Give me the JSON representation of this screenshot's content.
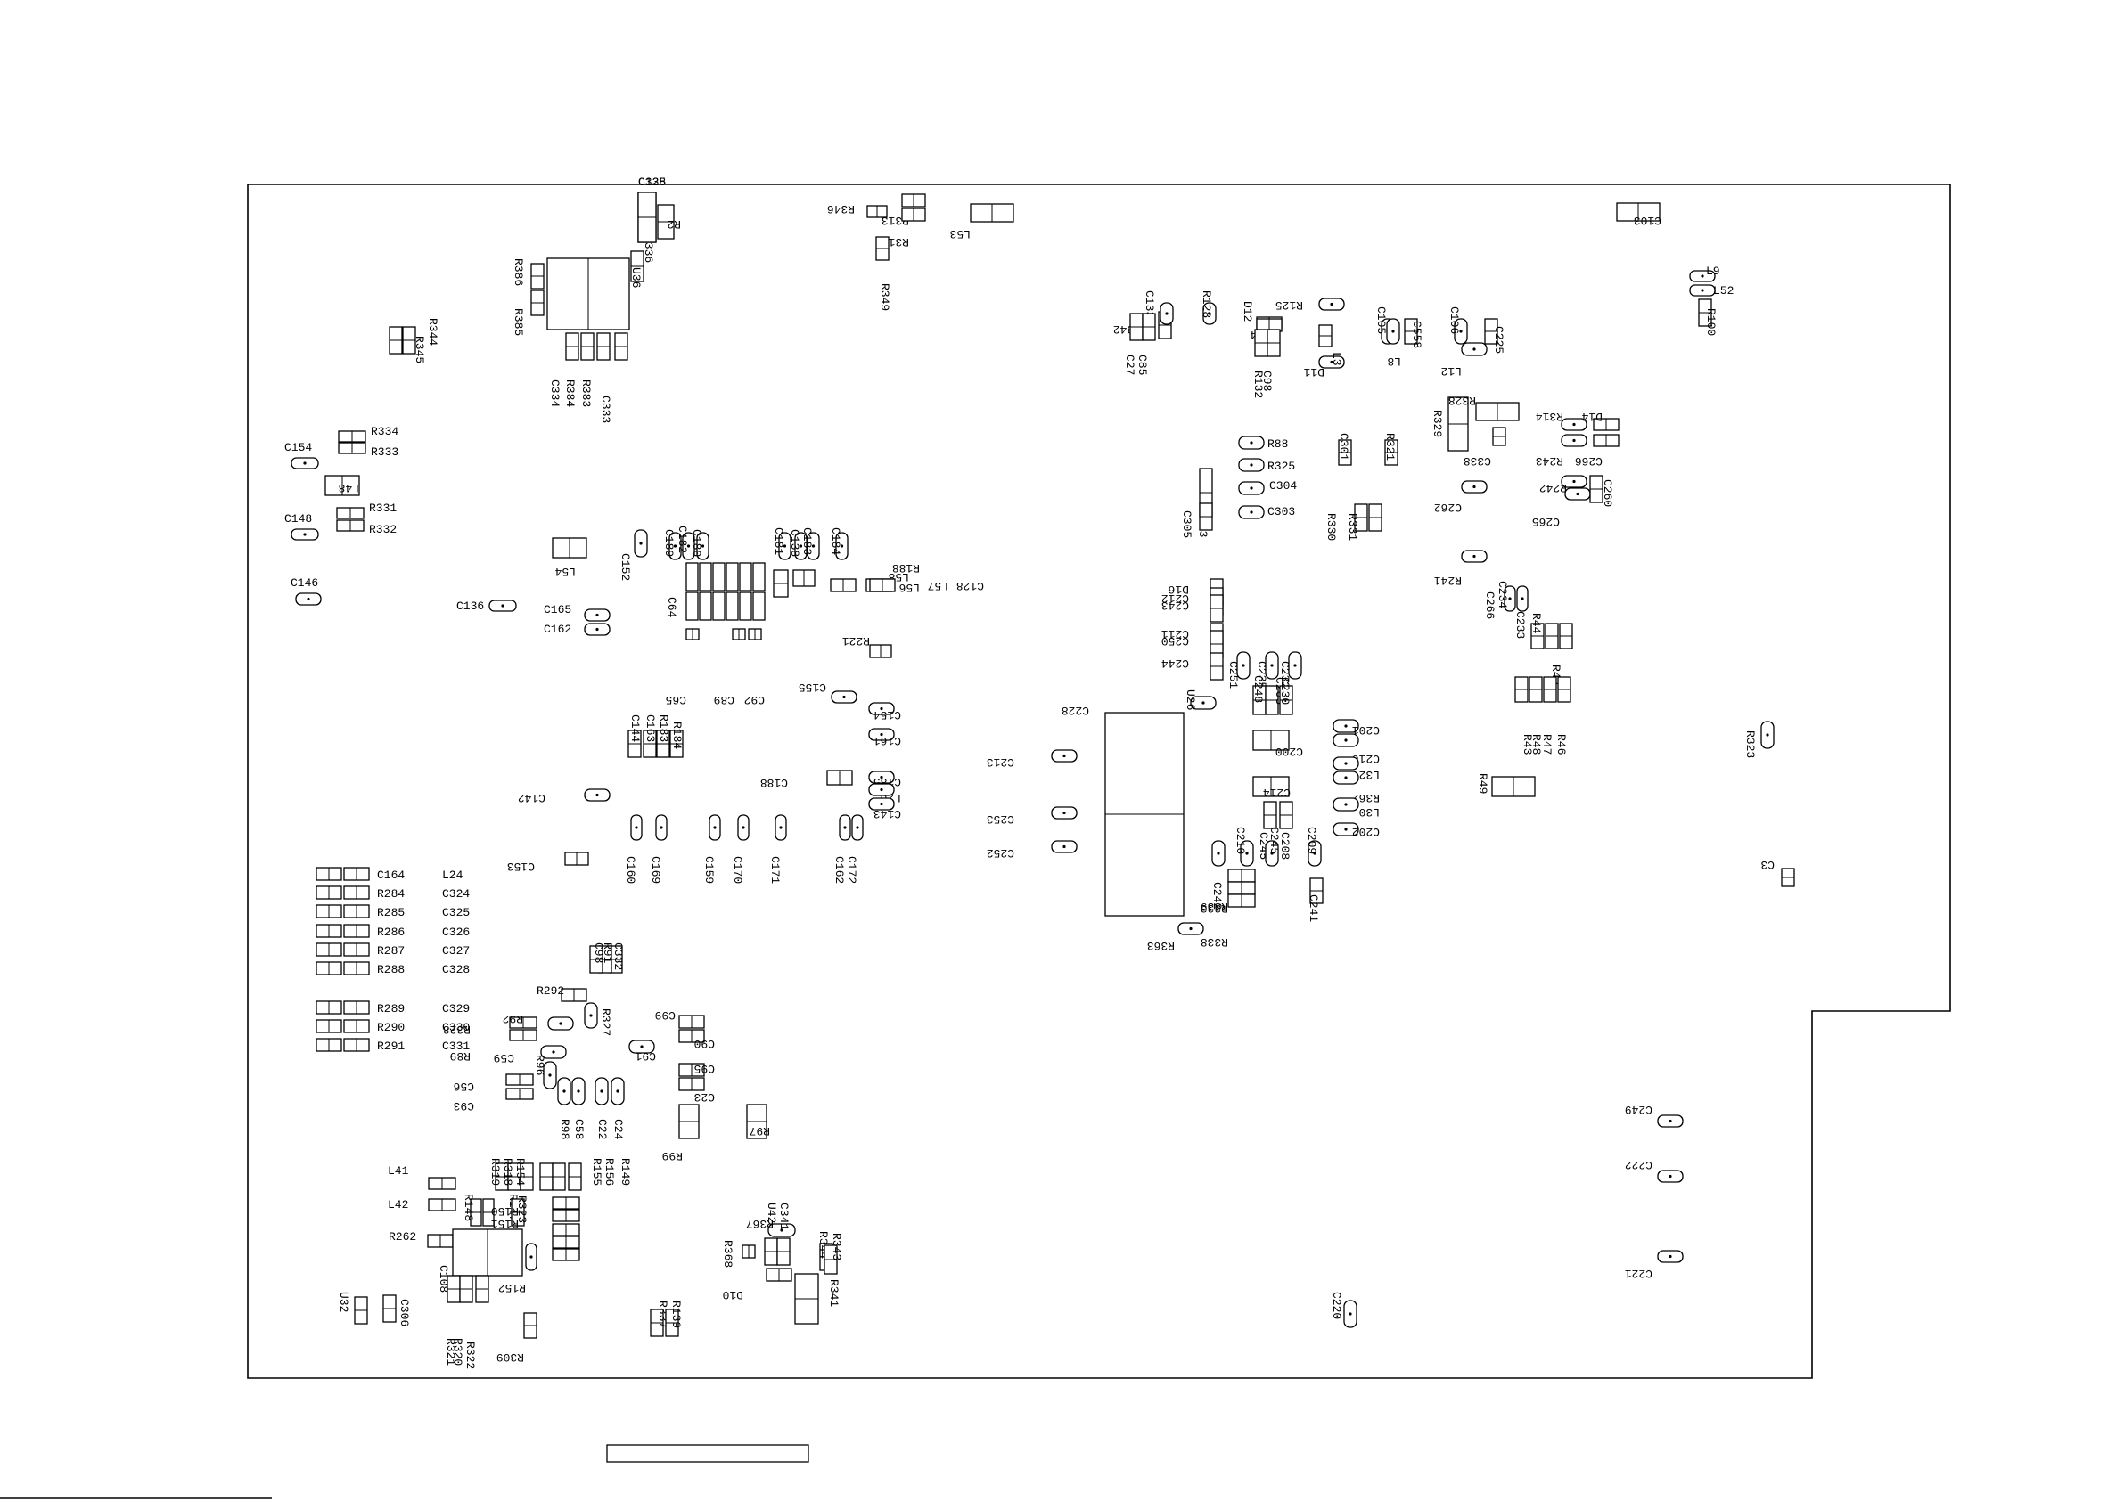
{
  "components": [
    {
      "ref": "C335"
    },
    {
      "ref": "R2"
    },
    {
      "ref": "R346"
    },
    {
      "ref": "R313"
    },
    {
      "ref": "R312"
    },
    {
      "ref": "L53"
    },
    {
      "ref": "R349"
    },
    {
      "ref": "R386"
    },
    {
      "ref": "R385"
    },
    {
      "ref": "C336"
    },
    {
      "ref": "U36"
    },
    {
      "ref": "C334"
    },
    {
      "ref": "R384"
    },
    {
      "ref": "R383"
    },
    {
      "ref": "C333"
    },
    {
      "ref": "R345"
    },
    {
      "ref": "R344"
    },
    {
      "ref": "R334"
    },
    {
      "ref": "R333"
    },
    {
      "ref": "C154"
    },
    {
      "ref": "L48"
    },
    {
      "ref": "R331"
    },
    {
      "ref": "R332"
    },
    {
      "ref": "C148"
    },
    {
      "ref": "C146"
    },
    {
      "ref": "L54"
    },
    {
      "ref": "C152"
    },
    {
      "ref": "C136"
    },
    {
      "ref": "C165"
    },
    {
      "ref": "C162"
    },
    {
      "ref": "C189"
    },
    {
      "ref": "C182"
    },
    {
      "ref": "C180"
    },
    {
      "ref": "C181"
    },
    {
      "ref": "C138"
    },
    {
      "ref": "C183"
    },
    {
      "ref": "C184"
    },
    {
      "ref": "L58"
    },
    {
      "ref": "L56"
    },
    {
      "ref": "R188"
    },
    {
      "ref": "L57"
    },
    {
      "ref": "C128"
    },
    {
      "ref": "C64"
    },
    {
      "ref": "C65"
    },
    {
      "ref": "C89"
    },
    {
      "ref": "C92"
    },
    {
      "ref": "R221"
    },
    {
      "ref": "C155"
    },
    {
      "ref": "C154"
    },
    {
      "ref": "C161"
    },
    {
      "ref": "C144"
    },
    {
      "ref": "C163"
    },
    {
      "ref": "R183"
    },
    {
      "ref": "R184"
    },
    {
      "ref": "C188"
    },
    {
      "ref": "C185"
    },
    {
      "ref": "L20"
    },
    {
      "ref": "C143"
    },
    {
      "ref": "C142"
    },
    {
      "ref": "C160"
    },
    {
      "ref": "C169"
    },
    {
      "ref": "C159"
    },
    {
      "ref": "C170"
    },
    {
      "ref": "C171"
    },
    {
      "ref": "C162"
    },
    {
      "ref": "C172"
    },
    {
      "ref": "C153"
    },
    {
      "ref": "C164"
    },
    {
      "ref": "L24"
    },
    {
      "ref": "R284"
    },
    {
      "ref": "C324"
    },
    {
      "ref": "R285"
    },
    {
      "ref": "C325"
    },
    {
      "ref": "R286"
    },
    {
      "ref": "C326"
    },
    {
      "ref": "R287"
    },
    {
      "ref": "C327"
    },
    {
      "ref": "R288"
    },
    {
      "ref": "C328"
    },
    {
      "ref": "R289"
    },
    {
      "ref": "C329"
    },
    {
      "ref": "R290"
    },
    {
      "ref": "C330"
    },
    {
      "ref": "R291"
    },
    {
      "ref": "C331"
    },
    {
      "ref": "R292"
    },
    {
      "ref": "C332"
    },
    {
      "ref": "R91"
    },
    {
      "ref": "C98"
    },
    {
      "ref": "C99"
    },
    {
      "ref": "C90"
    },
    {
      "ref": "R328"
    },
    {
      "ref": "R89"
    },
    {
      "ref": "R92"
    },
    {
      "ref": "R327"
    },
    {
      "ref": "C59"
    },
    {
      "ref": "C91"
    },
    {
      "ref": "C56"
    },
    {
      "ref": "C93"
    },
    {
      "ref": "R96"
    },
    {
      "ref": "R98"
    },
    {
      "ref": "C58"
    },
    {
      "ref": "C22"
    },
    {
      "ref": "C24"
    },
    {
      "ref": "C95"
    },
    {
      "ref": "C23"
    },
    {
      "ref": "R99"
    },
    {
      "ref": "R97"
    },
    {
      "ref": "L41"
    },
    {
      "ref": "L42"
    },
    {
      "ref": "R319"
    },
    {
      "ref": "R318"
    },
    {
      "ref": "R154"
    },
    {
      "ref": "R155"
    },
    {
      "ref": "R156"
    },
    {
      "ref": "R149"
    },
    {
      "ref": "R148"
    },
    {
      "ref": "R147"
    },
    {
      "ref": "R323"
    },
    {
      "ref": "R150"
    },
    {
      "ref": "R151"
    },
    {
      "ref": "R260"
    },
    {
      "ref": "R259"
    },
    {
      "ref": "R261"
    },
    {
      "ref": "R262"
    },
    {
      "ref": "C108"
    },
    {
      "ref": "R152"
    },
    {
      "ref": "U32"
    },
    {
      "ref": "C306"
    },
    {
      "ref": "R321"
    },
    {
      "ref": "R320"
    },
    {
      "ref": "R322"
    },
    {
      "ref": "R309"
    },
    {
      "ref": "R337"
    },
    {
      "ref": "R139"
    },
    {
      "ref": "R368"
    },
    {
      "ref": "R367"
    },
    {
      "ref": "U42"
    },
    {
      "ref": "C341"
    },
    {
      "ref": "R344"
    },
    {
      "ref": "R343"
    },
    {
      "ref": "D10"
    },
    {
      "ref": "R341"
    },
    {
      "ref": "R342"
    },
    {
      "ref": "C133"
    },
    {
      "ref": "R128"
    },
    {
      "ref": "C27"
    },
    {
      "ref": "C85"
    },
    {
      "ref": "D12"
    },
    {
      "ref": "L4"
    },
    {
      "ref": "R125"
    },
    {
      "ref": "R132"
    },
    {
      "ref": "C98"
    },
    {
      "ref": "D11"
    },
    {
      "ref": "L3"
    },
    {
      "ref": "C105"
    },
    {
      "ref": "L8"
    },
    {
      "ref": "C558"
    },
    {
      "ref": "C106"
    },
    {
      "ref": "L12"
    },
    {
      "ref": "C225"
    },
    {
      "ref": "C103"
    },
    {
      "ref": "L9"
    },
    {
      "ref": "L52"
    },
    {
      "ref": "R100"
    },
    {
      "ref": "C83"
    },
    {
      "ref": "R88"
    },
    {
      "ref": "R325"
    },
    {
      "ref": "C304"
    },
    {
      "ref": "C303"
    },
    {
      "ref": "C305"
    },
    {
      "ref": "C301"
    },
    {
      "ref": "R321"
    },
    {
      "ref": "R330"
    },
    {
      "ref": "R331"
    },
    {
      "ref": "R329"
    },
    {
      "ref": "R328"
    },
    {
      "ref": "C338"
    },
    {
      "ref": "R314"
    },
    {
      "ref": "D14"
    },
    {
      "ref": "C266"
    },
    {
      "ref": "R243"
    },
    {
      "ref": "R242"
    },
    {
      "ref": "C265"
    },
    {
      "ref": "C260"
    },
    {
      "ref": "C262"
    },
    {
      "ref": "R241"
    },
    {
      "ref": "C266"
    },
    {
      "ref": "C234"
    },
    {
      "ref": "C233"
    },
    {
      "ref": "R42"
    },
    {
      "ref": "R44"
    },
    {
      "ref": "R43"
    },
    {
      "ref": "R48"
    },
    {
      "ref": "R47"
    },
    {
      "ref": "R46"
    },
    {
      "ref": "R49"
    },
    {
      "ref": "R323"
    },
    {
      "ref": "C3"
    },
    {
      "ref": "D16"
    },
    {
      "ref": "C212"
    },
    {
      "ref": "C243"
    },
    {
      "ref": "C211"
    },
    {
      "ref": "C250"
    },
    {
      "ref": "C244"
    },
    {
      "ref": "C251"
    },
    {
      "ref": "C235"
    },
    {
      "ref": "C232"
    },
    {
      "ref": "C228"
    },
    {
      "ref": "U26"
    },
    {
      "ref": "C248"
    },
    {
      "ref": "C203"
    },
    {
      "ref": "C230"
    },
    {
      "ref": "C201"
    },
    {
      "ref": "C216"
    },
    {
      "ref": "C200"
    },
    {
      "ref": "L32"
    },
    {
      "ref": "R362"
    },
    {
      "ref": "C214"
    },
    {
      "ref": "L30"
    },
    {
      "ref": "C245"
    },
    {
      "ref": "C208"
    },
    {
      "ref": "C202"
    },
    {
      "ref": "C213"
    },
    {
      "ref": "C253"
    },
    {
      "ref": "C252"
    },
    {
      "ref": "C242"
    },
    {
      "ref": "C210"
    },
    {
      "ref": "C245"
    },
    {
      "ref": "C209"
    },
    {
      "ref": "C241"
    },
    {
      "ref": "R339"
    },
    {
      "ref": "R333"
    },
    {
      "ref": "R338"
    },
    {
      "ref": "R363"
    },
    {
      "ref": "C249"
    },
    {
      "ref": "C222"
    },
    {
      "ref": "C221"
    },
    {
      "ref": "C220"
    },
    {
      "ref": "C128"
    }
  ]
}
